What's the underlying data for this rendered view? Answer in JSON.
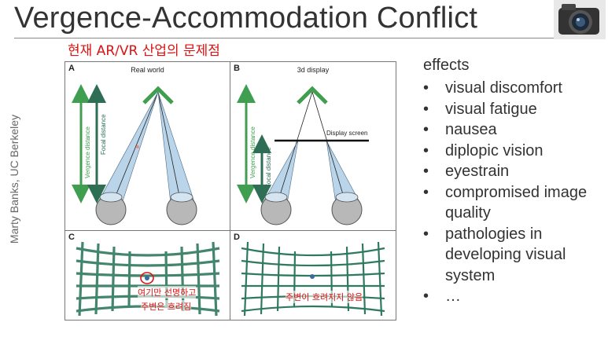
{
  "slide": {
    "title": "Vergence-Accommodation Conflict",
    "handwritten_note": "현재 AR/VR 산업의 문제점",
    "vertical_credit": "Marty Banks, UC Berkeley"
  },
  "figure": {
    "panel_a": {
      "letter": "A",
      "heading": "Real world",
      "vergence_label": "Vergence distance",
      "focal_label": "Focal distance"
    },
    "panel_b": {
      "letter": "B",
      "heading": "3d display",
      "screen_label": "Display screen",
      "vergence_label": "Vergence distance",
      "focal_label": "Focal distance"
    },
    "panel_c": {
      "letter": "C",
      "note_line1": "여기만 선명하고",
      "note_line2": "주변은 흐려짐"
    },
    "panel_d": {
      "letter": "D",
      "note": "주변이 흐려지지 않음"
    }
  },
  "effects": {
    "heading": "effects",
    "items": [
      "visual discomfort",
      "visual fatigue",
      "nausea",
      "diplopic vision",
      "eyestrain",
      "compromised image quality",
      "pathologies in developing visual system",
      "…"
    ]
  },
  "colors": {
    "title_text": "#333333",
    "annotation_red": "#dd1111",
    "green_arrow": "#3f9e4f",
    "dark_green_arrow": "#2e6e55",
    "grid_green": "#2f7a5e",
    "ray_blue": "#a9cbe4"
  },
  "icons": [
    "camera-logo"
  ]
}
